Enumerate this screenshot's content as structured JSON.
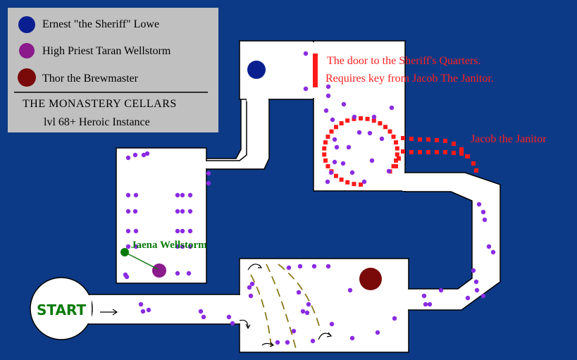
{
  "colors": {
    "background": "#0d3a86",
    "floor": "#ffffff",
    "wall": "#000000",
    "legend_bg": "#c0c0c0",
    "mob": "#8a2be2",
    "sheriff": "#0a1f8f",
    "priest": "#8b1a8b",
    "brewmaster": "#7a0a0a",
    "path_red": "#ff1a1a",
    "label_red": "#ff2020",
    "green": "#0a7a0a",
    "dashes": "#8a7a1a"
  },
  "legend": {
    "items": [
      {
        "label": "Ernest \"the Sheriff\" Lowe",
        "color": "#0a1f8f",
        "icon": "dark-blue-dot-icon"
      },
      {
        "label": "High Priest Taran Wellstorm",
        "color": "#8b1a8b",
        "icon": "purple-dot-icon"
      },
      {
        "label": "Thor the Brewmaster",
        "color": "#7a0a0a",
        "icon": "dark-red-dot-icon"
      }
    ],
    "title": "THE MONASTERY CELLARS",
    "subtitle": "lvl 68+ Heroic Instance"
  },
  "labels": {
    "door_line1": "The door to the Sheriff's Quarters.",
    "door_line2": "Requires key from Jacob The Janitor.",
    "janitor": "Jacob the Janitor",
    "jaena": "Jaena Wellstorm",
    "start": "START"
  }
}
